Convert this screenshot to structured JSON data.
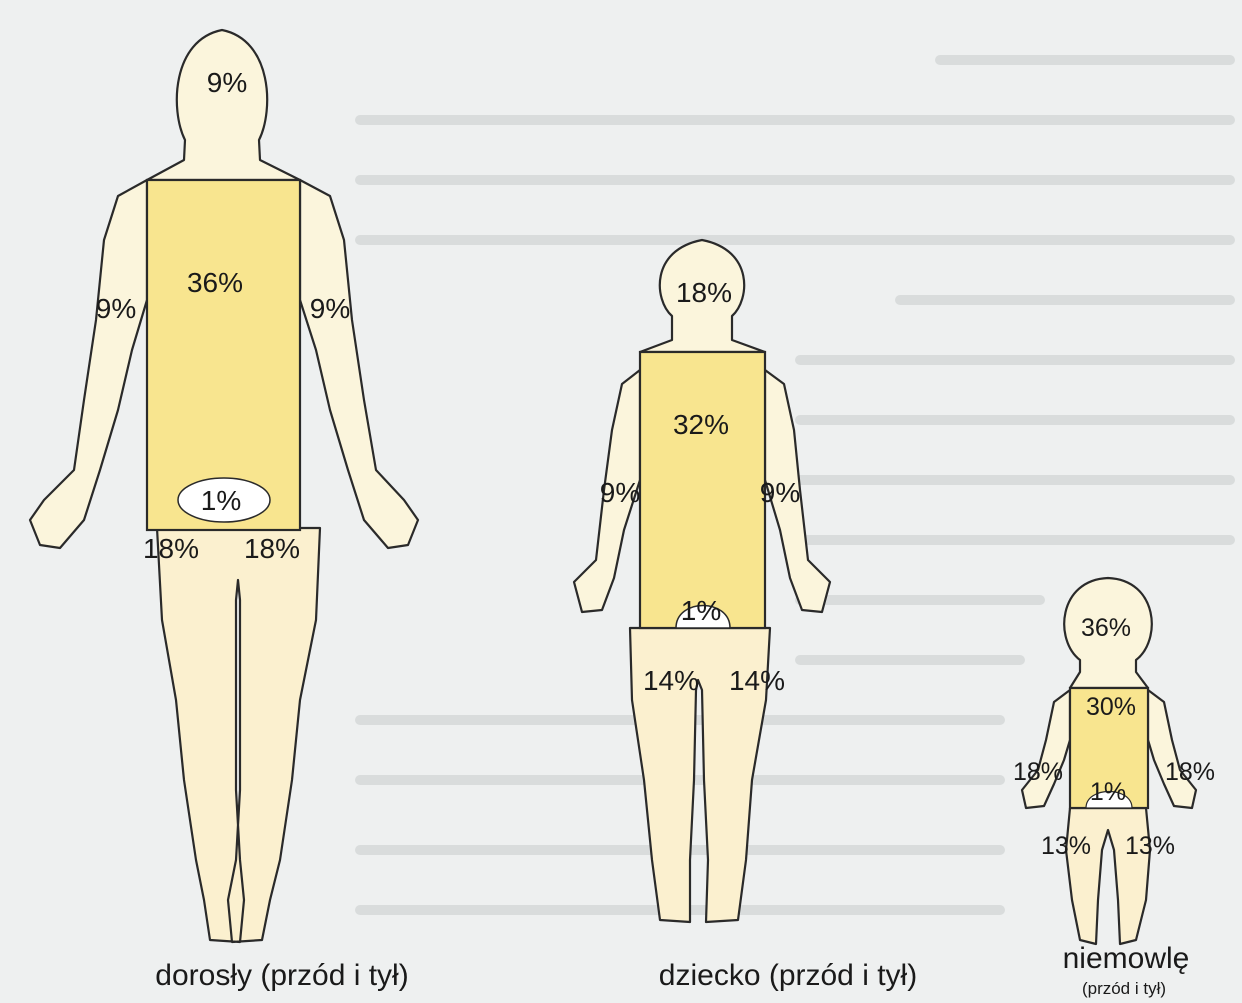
{
  "figures": [
    {
      "name": "adult",
      "caption": "dorosły (przód i tył)",
      "head": "9%",
      "trunk": "36%",
      "arm_left": "9%",
      "arm_right": "9%",
      "genital": "1%",
      "leg_left": "18%",
      "leg_right": "18%"
    },
    {
      "name": "child",
      "caption": "dziecko (przód i tył)",
      "head": "18%",
      "trunk": "32%",
      "arm_left": "9%",
      "arm_right": "9%",
      "genital": "1%",
      "leg_left": "14%",
      "leg_right": "14%"
    },
    {
      "name": "infant",
      "caption": "niemowlę",
      "caption_sub": "(przód i tył)",
      "head": "36%",
      "trunk": "30%",
      "arm_left": "18%",
      "arm_right": "18%",
      "genital": "1%",
      "leg_left": "13%",
      "leg_right": "13%"
    }
  ],
  "colors": {
    "background": "#eef0f0",
    "skin": "#fbf5dc",
    "trunk_highlight": "#f8e58f",
    "outline": "#2a2a2a"
  }
}
